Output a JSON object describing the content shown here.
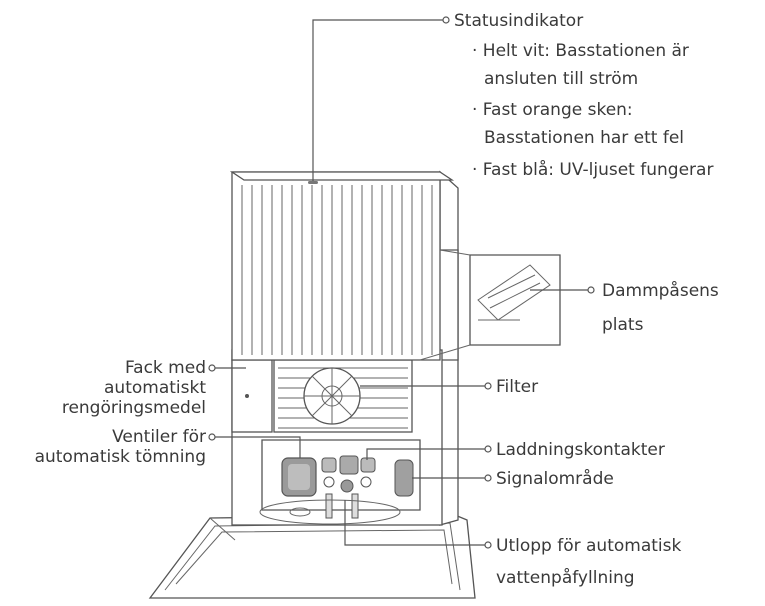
{
  "labels": {
    "status_title": "Statusindikator",
    "status_white_1": "· Helt vit: Basstationen är",
    "status_white_2": "ansluten till ström",
    "status_orange_1": "· Fast orange sken:",
    "status_orange_2": "Basstationen har ett fel",
    "status_blue": "· Fast blå: UV-ljuset fungerar",
    "dustbag_1": "Dammpåsens",
    "dustbag_2": "plats",
    "detergent_1": "Fack med",
    "detergent_2": "automatiskt",
    "detergent_3": "rengöringsmedel",
    "filter": "Filter",
    "valves_1": "Ventiler för",
    "valves_2": "automatisk tömning",
    "charging": "Laddningskontakter",
    "signal": "Signalområde",
    "outlet_1": "Utlopp för automatisk",
    "outlet_2": "vattenpåfyllning"
  }
}
